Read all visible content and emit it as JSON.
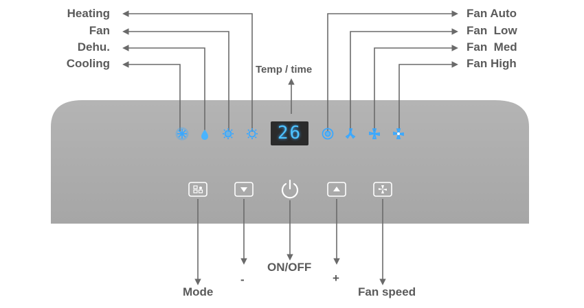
{
  "mode_labels": {
    "heating": "Heating",
    "fan": "Fan",
    "dehu": "Dehu.",
    "cooling": "Cooling"
  },
  "fan_labels": {
    "auto": "Fan Auto",
    "low": "Fan  Low",
    "med": "Fan  Med",
    "high": "Fan High"
  },
  "display": {
    "label": "Temp / time",
    "value": "26"
  },
  "buttons": {
    "mode": "Mode",
    "down": "-",
    "power": "ON/OFF",
    "up": "+",
    "fan_speed": "Fan speed"
  },
  "colors": {
    "panel": "#a9a9a9",
    "indicator": "#3aa8ff",
    "digits": "#4ec3ff",
    "label": "#5a5a5a",
    "leader": "#6a6a6a"
  },
  "icons": {
    "cooling": "snowflake-icon",
    "dehu": "water-drop-icon",
    "fan": "fan-sun-icon",
    "heating": "sun-icon",
    "fan_auto": "fan-auto-icon",
    "fan_low": "fan-low-icon",
    "fan_med": "fan-med-icon",
    "fan_high": "fan-high-icon"
  }
}
